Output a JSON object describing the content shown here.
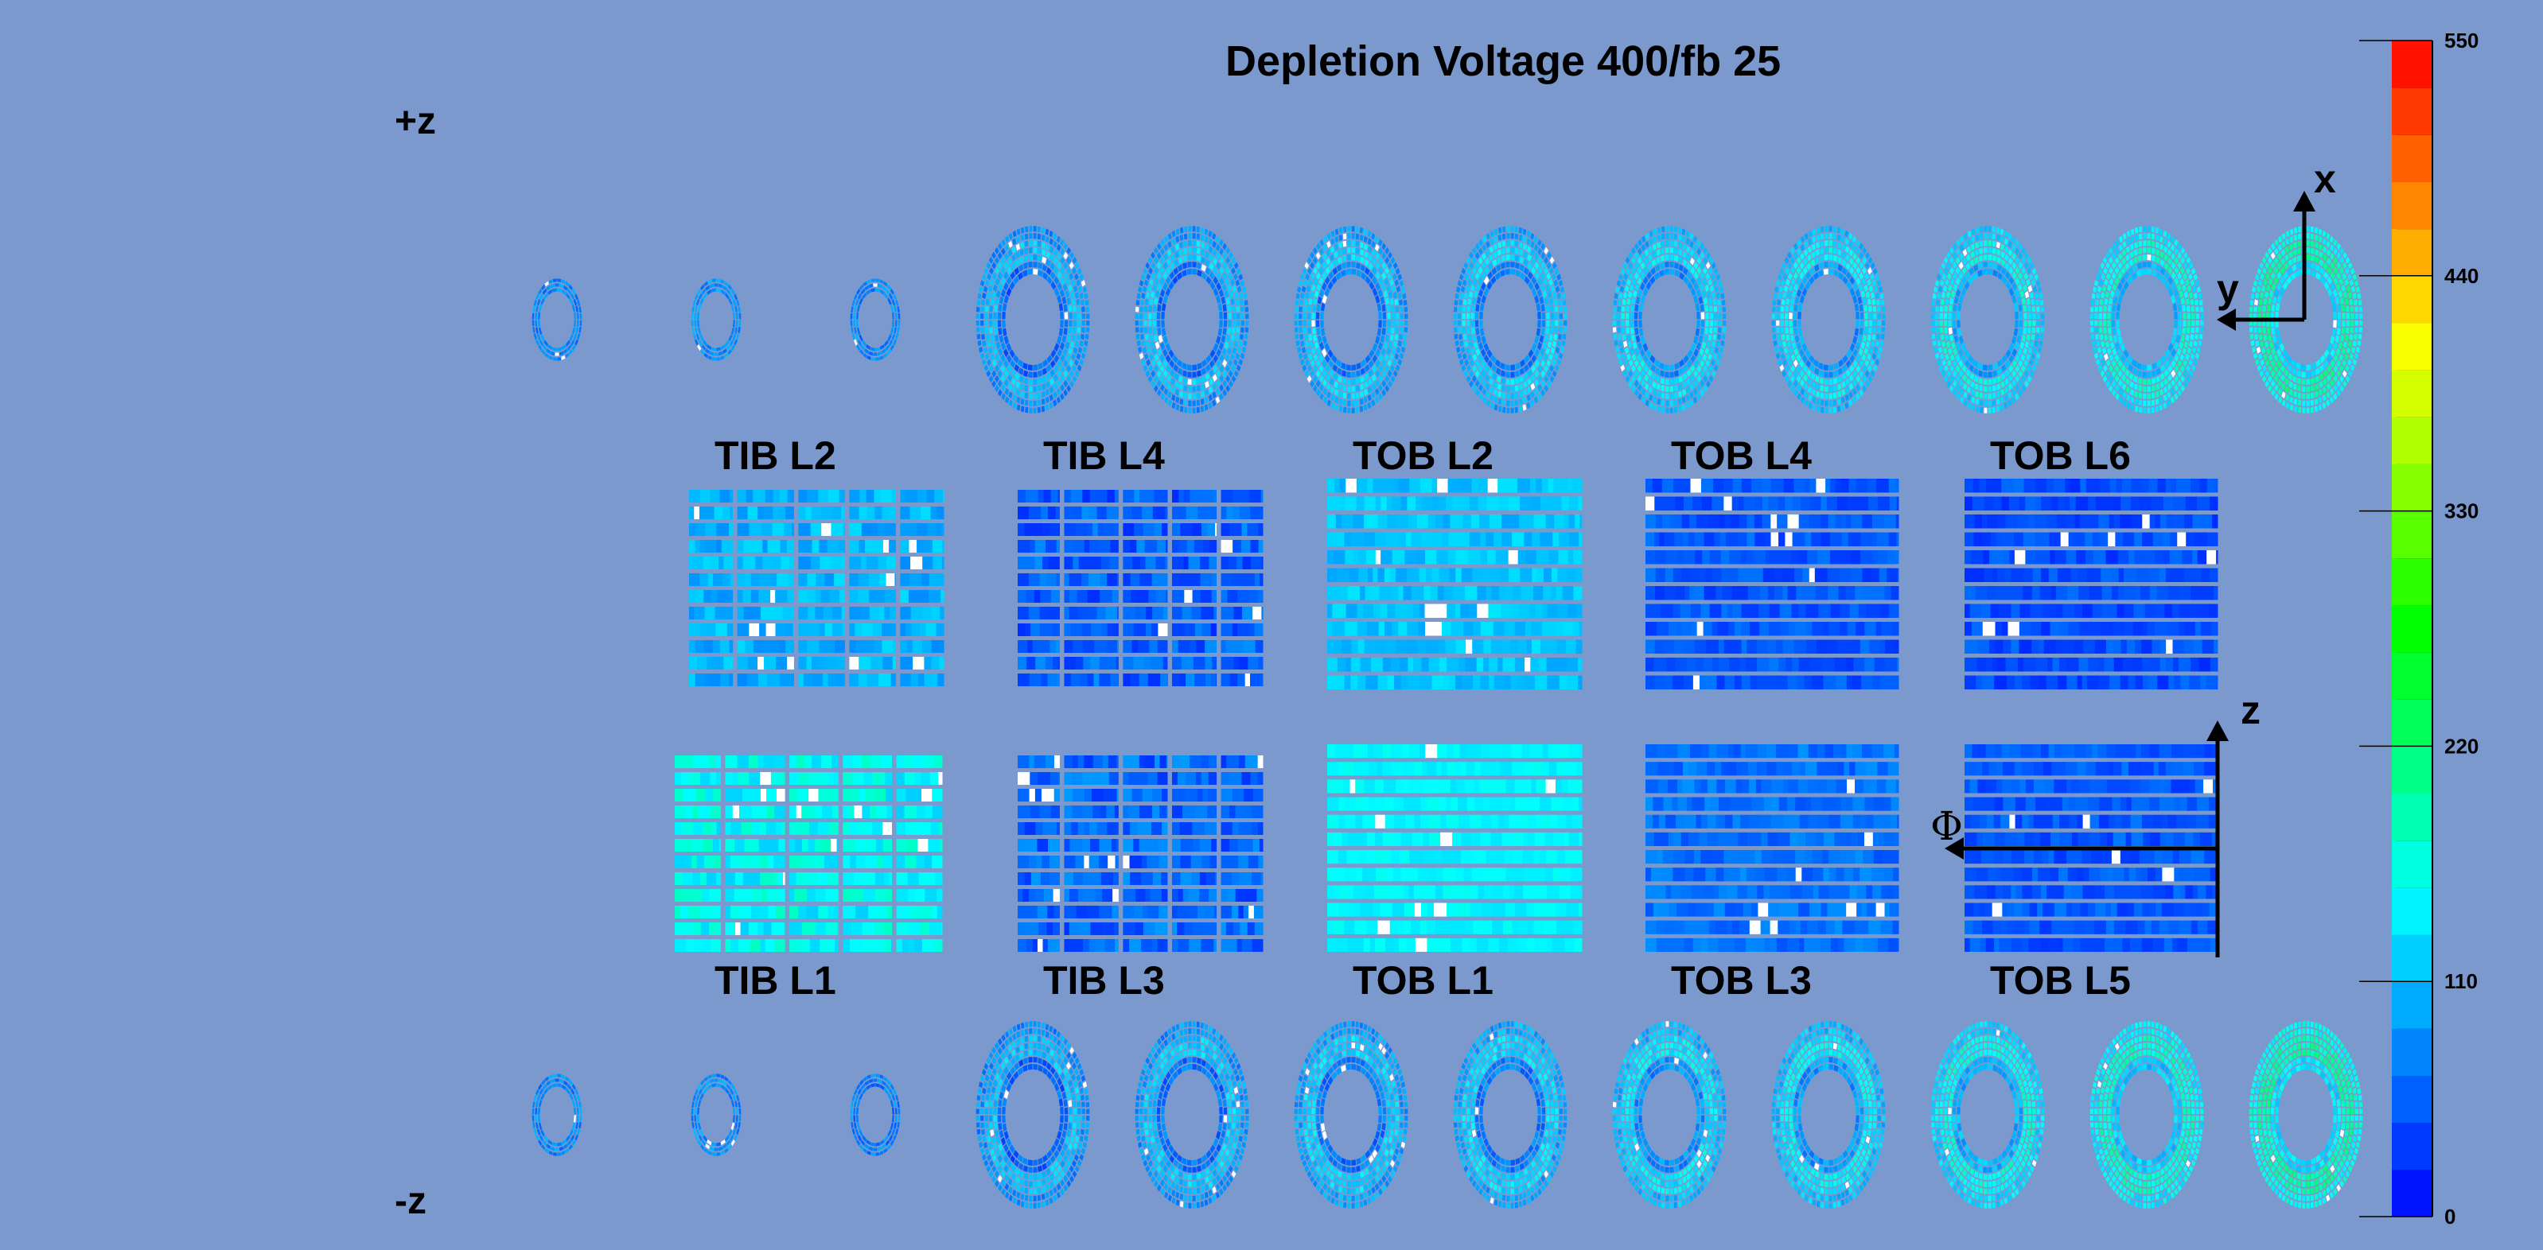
{
  "chart_data": {
    "type": "heatmap",
    "title": "Depletion Voltage 400/fb 25",
    "side_labels": {
      "plus": "+z",
      "minus": "-z"
    },
    "colorbar": {
      "min": 0,
      "max": 550,
      "ticks": [
        "0",
        "110",
        "220",
        "330",
        "440",
        "550"
      ]
    },
    "axes_labels": {
      "disk_x": "x",
      "disk_y": "y",
      "barrel_z": "z",
      "barrel_phi": "Φ"
    },
    "disks_plus_z": [
      {
        "type": "TID",
        "mean": 80
      },
      {
        "type": "TID",
        "mean": 85
      },
      {
        "type": "TID",
        "mean": 80
      },
      {
        "type": "TEC",
        "mean": 85
      },
      {
        "type": "TEC",
        "mean": 90
      },
      {
        "type": "TEC",
        "mean": 95
      },
      {
        "type": "TEC",
        "mean": 100
      },
      {
        "type": "TEC",
        "mean": 110
      },
      {
        "type": "TEC",
        "mean": 115
      },
      {
        "type": "TEC",
        "mean": 125
      },
      {
        "type": "TEC",
        "mean": 140
      },
      {
        "type": "TEC",
        "mean": 160
      }
    ],
    "disks_minus_z": [
      {
        "type": "TID",
        "mean": 80
      },
      {
        "type": "TID",
        "mean": 85
      },
      {
        "type": "TID",
        "mean": 75
      },
      {
        "type": "TEC",
        "mean": 85
      },
      {
        "type": "TEC",
        "mean": 90
      },
      {
        "type": "TEC",
        "mean": 95
      },
      {
        "type": "TEC",
        "mean": 100
      },
      {
        "type": "TEC",
        "mean": 110
      },
      {
        "type": "TEC",
        "mean": 115
      },
      {
        "type": "TEC",
        "mean": 130
      },
      {
        "type": "TEC",
        "mean": 145
      },
      {
        "type": "TEC",
        "mean": 160
      }
    ],
    "barrel_top": [
      {
        "name": "TIB L2",
        "mean": 105,
        "spread": 25
      },
      {
        "name": "TIB L4",
        "mean": 55,
        "spread": 30
      },
      {
        "name": "TOB L2",
        "mean": 115,
        "spread": 20
      },
      {
        "name": "TOB L4",
        "mean": 50,
        "spread": 20
      },
      {
        "name": "TOB L6",
        "mean": 45,
        "spread": 20
      }
    ],
    "barrel_bottom": [
      {
        "name": "TIB L1",
        "mean": 150,
        "spread": 30
      },
      {
        "name": "TIB L3",
        "mean": 60,
        "spread": 30
      },
      {
        "name": "TOB L1",
        "mean": 145,
        "spread": 12
      },
      {
        "name": "TOB L3",
        "mean": 65,
        "spread": 20
      },
      {
        "name": "TOB L5",
        "mean": 50,
        "spread": 20
      }
    ],
    "missing_color": "#ffffff",
    "background_color": "#7b99cd"
  }
}
